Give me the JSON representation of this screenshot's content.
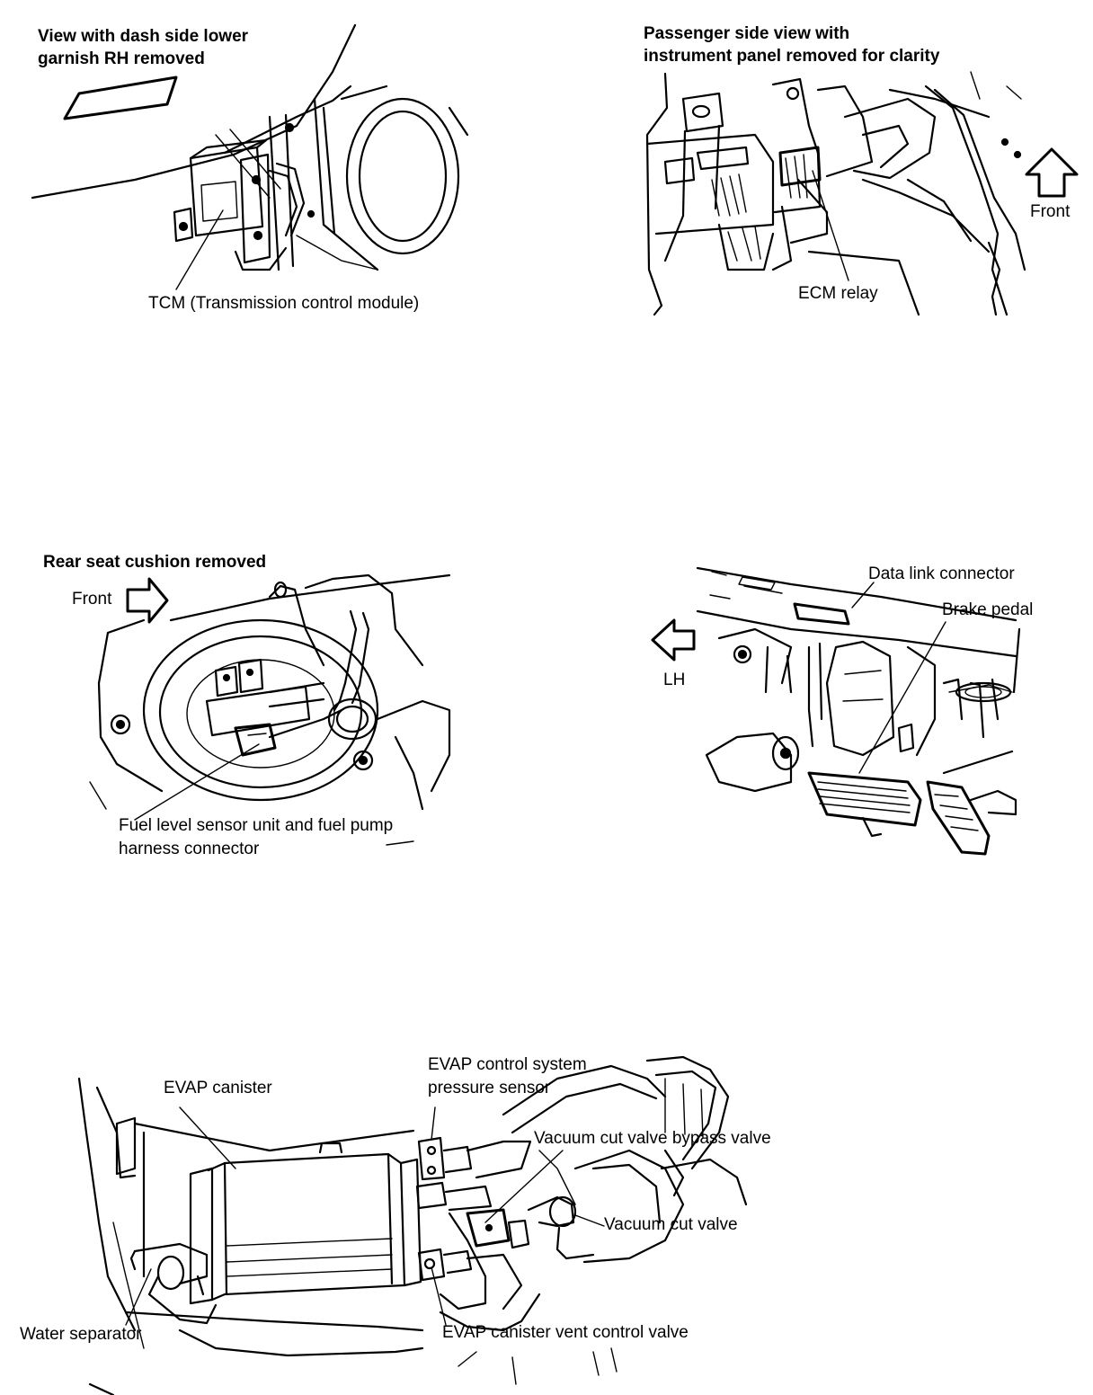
{
  "panels": {
    "tcm": {
      "heading_line1": "View with dash side lower",
      "heading_line2": "garnish RH removed",
      "callout": "TCM (Transmission control module)"
    },
    "ecm": {
      "heading_line1": "Passenger side view with",
      "heading_line2": "instrument panel removed for clarity",
      "direction_label": "Front",
      "callout": "ECM relay"
    },
    "fuel": {
      "heading": "Rear seat cushion removed",
      "direction_label": "Front",
      "callout_line1": "Fuel level sensor unit and fuel pump",
      "callout_line2": "harness connector"
    },
    "dlc": {
      "direction_label": "LH",
      "callout_connector": "Data link connector",
      "callout_pedal": "Brake pedal"
    },
    "evap": {
      "callout_canister": "EVAP canister",
      "callout_sensor_line1": "EVAP control system",
      "callout_sensor_line2": "pressure sensor",
      "callout_bypass": "Vacuum cut valve bypass valve",
      "callout_cut_valve": "Vacuum cut valve",
      "callout_separator": "Water separator",
      "callout_vent": "EVAP canister vent control valve"
    }
  },
  "icons": [
    "arrow-up-icon",
    "arrow-right-icon",
    "arrow-left-icon"
  ]
}
